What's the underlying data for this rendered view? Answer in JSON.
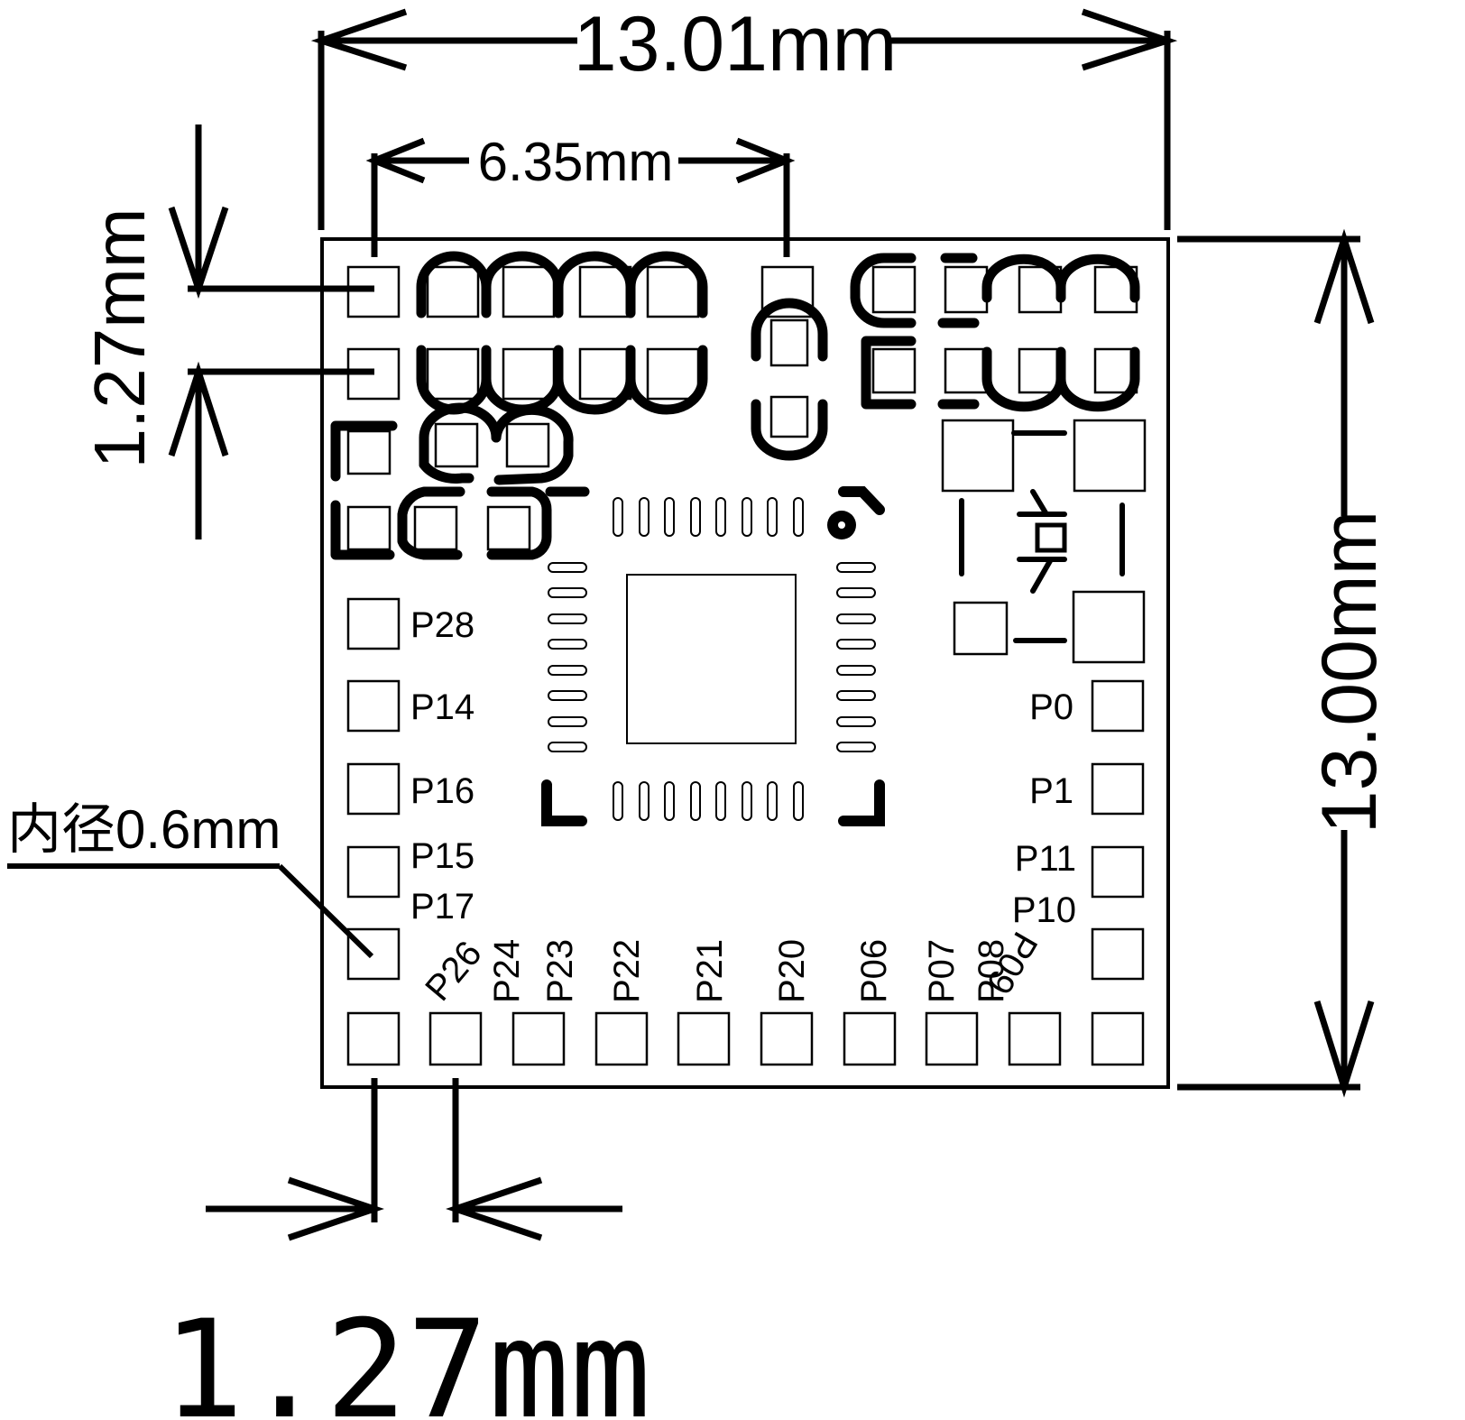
{
  "dimensions": {
    "width_total": "13.01mm",
    "pin_span": "6.35mm",
    "pitch_side": "1.27mm",
    "height_total": "13.00mm",
    "pitch_bottom": "1.27mm",
    "inner_diameter": "内径0.6mm"
  },
  "pins": {
    "left": [
      "P28",
      "P14",
      "P16",
      "P15",
      "P17"
    ],
    "right": [
      "P0",
      "P1",
      "P11",
      "P10"
    ],
    "bottom": [
      "P26",
      "P24",
      "P23",
      "P22",
      "P21",
      "P20",
      "P06",
      "P07",
      "P08",
      "P09"
    ]
  },
  "colors": {
    "ink": "#000000",
    "background": "#ffffff"
  }
}
